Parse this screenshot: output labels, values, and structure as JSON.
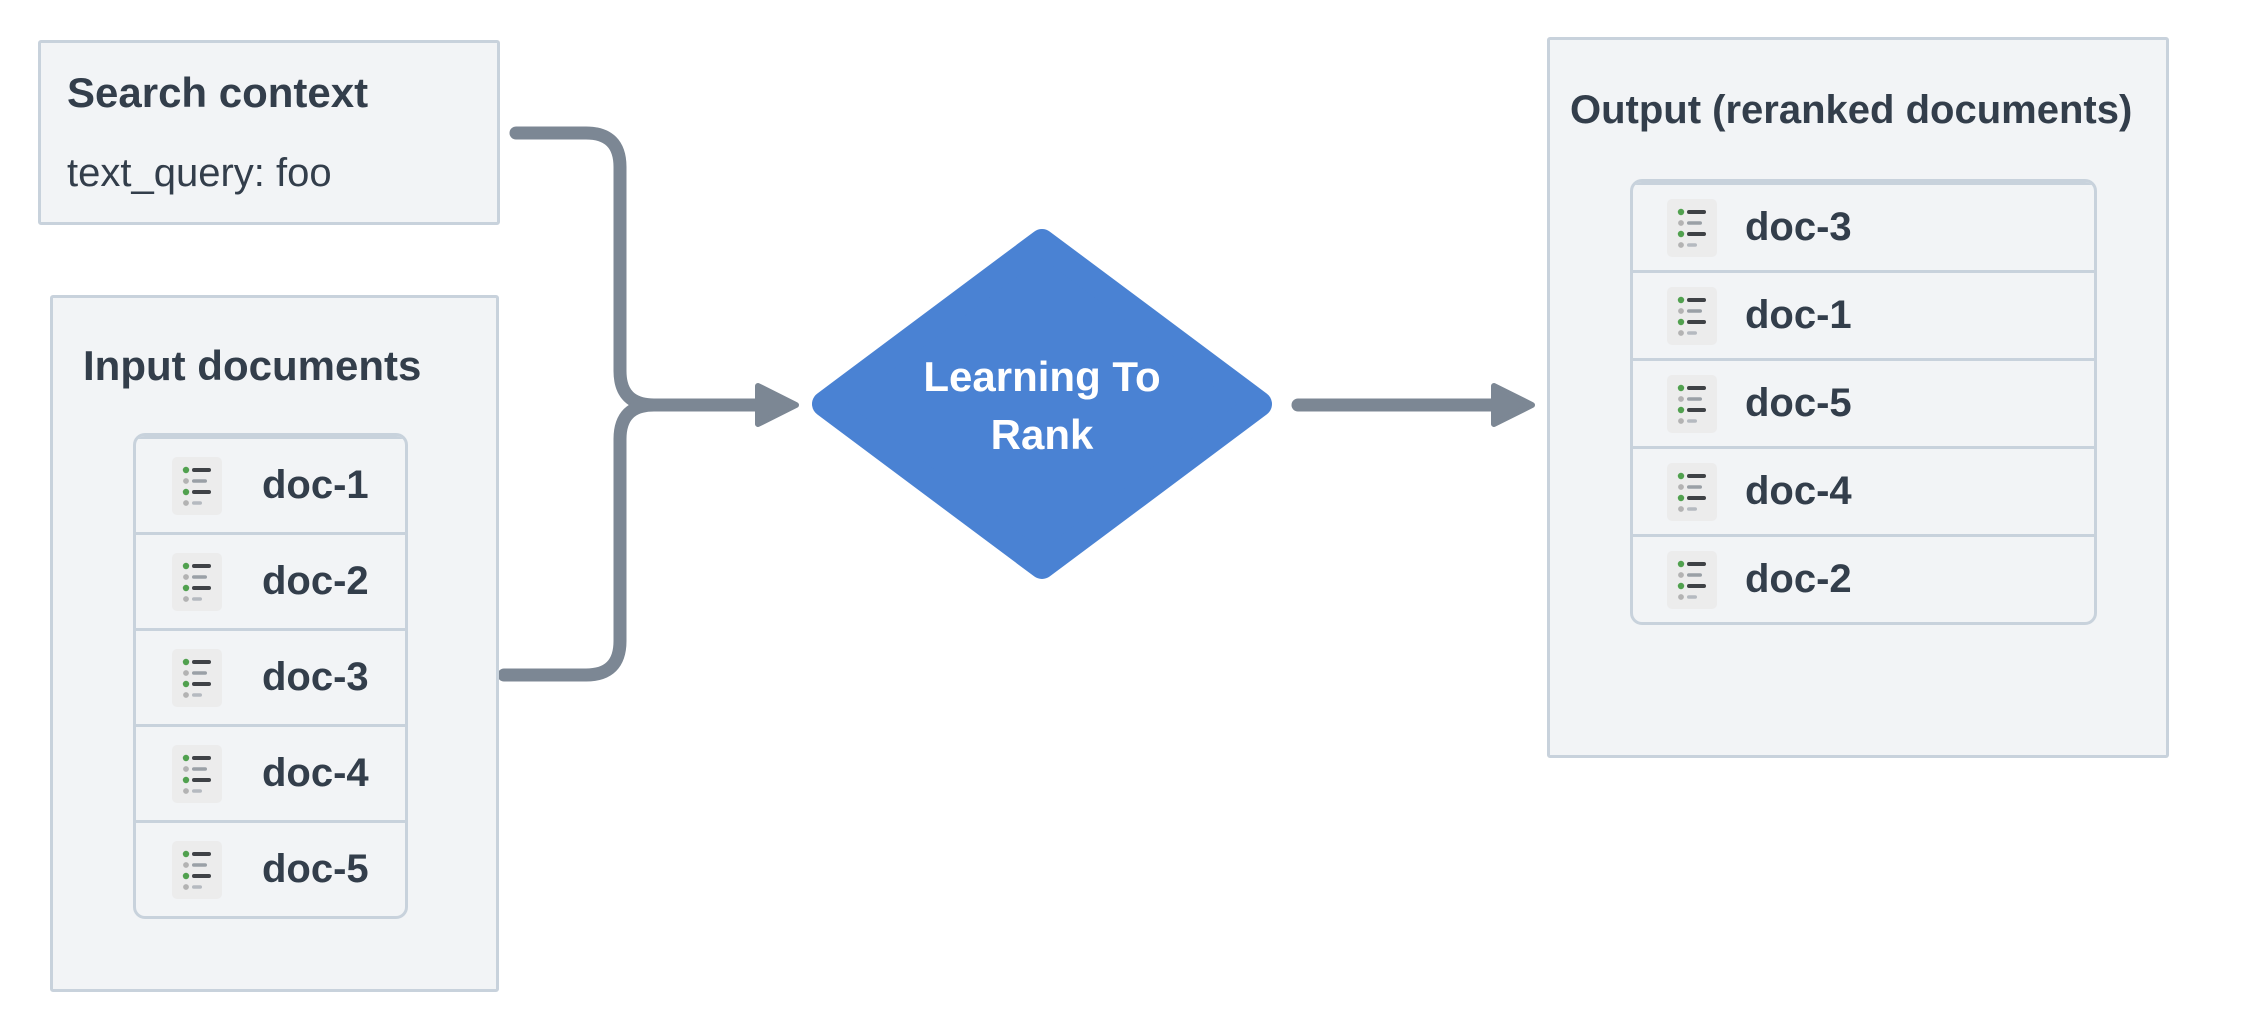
{
  "diagram": {
    "type": "flowchart",
    "description_visible_text_only": true
  },
  "search_context": {
    "title": "Search context",
    "body": "text_query: foo"
  },
  "input_documents": {
    "title": "Input documents",
    "items": [
      "doc-1",
      "doc-2",
      "doc-3",
      "doc-4",
      "doc-5"
    ],
    "item_icon": "list-icon"
  },
  "process": {
    "label": "Learning To Rank",
    "lines": [
      "Learning To",
      "Rank"
    ],
    "shape": "diamond"
  },
  "output_documents": {
    "title": "Output (reranked documents)",
    "items": [
      "doc-3",
      "doc-1",
      "doc-5",
      "doc-4",
      "doc-2"
    ],
    "item_icon": "list-icon"
  },
  "colors": {
    "diamond_blue": "#4a82d3",
    "connector_gray": "#7c8794",
    "panel_background": "#f2f4f6",
    "panel_border": "#c8d2dc",
    "text_dark": "#333e4b",
    "diamond_text": "#ffffff",
    "icon_background": "#ececec",
    "icon_green_dot": "#51a14f",
    "icon_gray_dot": "#b3b3b3",
    "icon_dark_line": "#3f4246",
    "icon_mid_line": "#9aa0a6",
    "icon_light_line": "#b5bac0"
  }
}
